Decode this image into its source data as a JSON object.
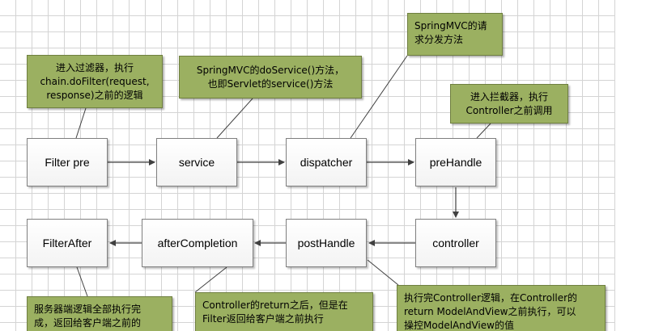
{
  "nodes": {
    "filter_pre": "Filter pre",
    "service": "service",
    "dispatcher": "dispatcher",
    "prehandle": "preHandle",
    "controller": "controller",
    "posthandle": "postHandle",
    "aftercompletion": "afterCompletion",
    "filterafter": "FilterAfter"
  },
  "notes": {
    "filter": "进入过滤器，执行\nchain.doFilter(request,\nresponse)之前的逻辑",
    "service": "SpringMVC的doService()方法，\n也即Servlet的service()方法",
    "dispatcher": "SpringMVC的请\n求分发方法",
    "prehandle": "进入拦截器，执行\nController之前调用",
    "filterafter": "服务器端逻辑全部执行完\n成，返回给客户端之前的",
    "aftercompletion": "Controller的return之后，但是在\nFilter返回给客户端之前执行",
    "posthandle": "执行完Controller逻辑，在Controller的\nreturn ModelAndView之前执行，可以\n操控ModelAndView的值"
  }
}
